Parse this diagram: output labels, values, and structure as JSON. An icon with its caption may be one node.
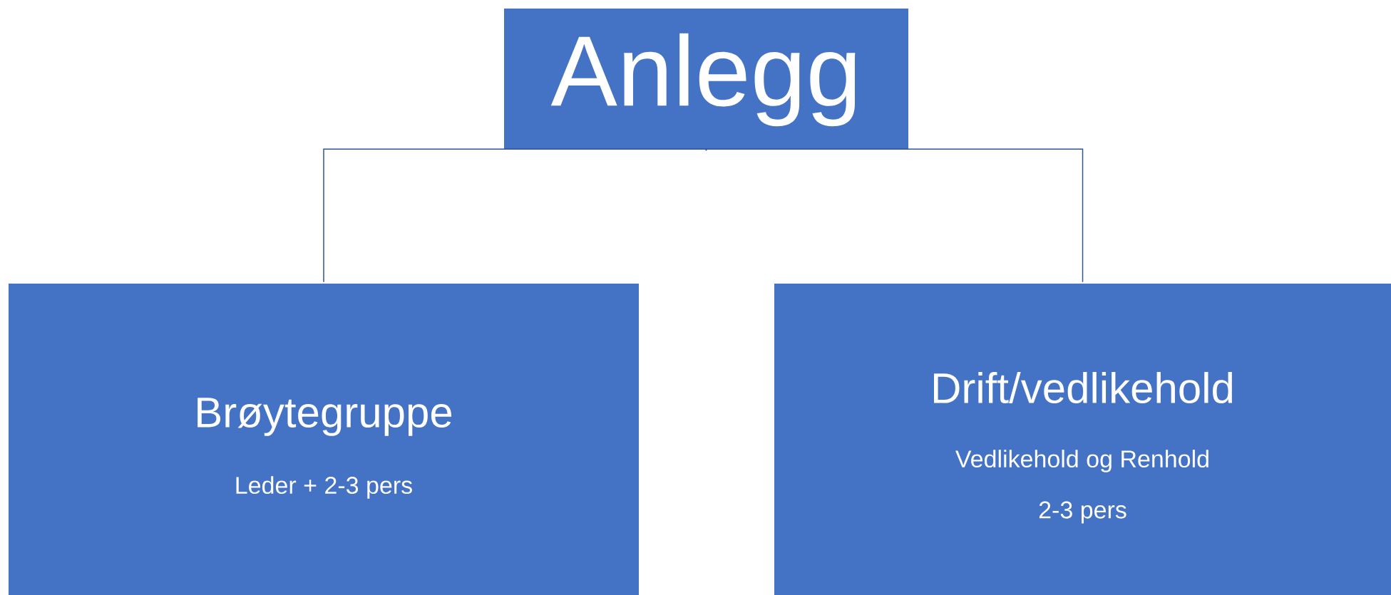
{
  "diagram": {
    "nodes": [
      {
        "text": [
          "Anlegg"
        ]
      },
      {
        "text": [
          "Brøytegruppe",
          "Leder  + 2-3 pers"
        ]
      },
      {
        "text": [
          "Drift/vedlikehold",
          "Vedlikehold og Renhold",
          "2-3 pers"
        ]
      }
    ],
    "edges": [
      {
        "from": 0,
        "to": 1,
        "arrow": "none"
      },
      {
        "from": 0,
        "to": 2,
        "arrow": "none"
      }
    ]
  }
}
